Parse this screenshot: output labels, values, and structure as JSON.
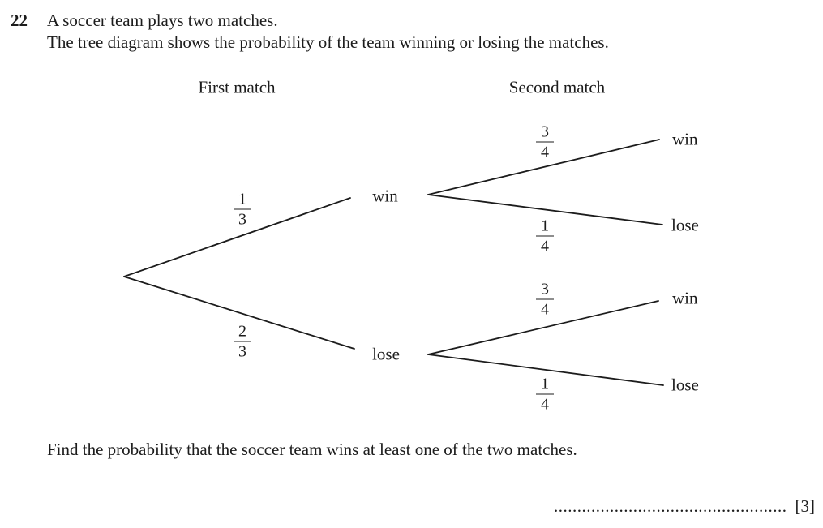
{
  "page": {
    "question_number": "22",
    "intro_line1": "A soccer team plays two matches.",
    "intro_line2": "The tree diagram shows the probability of the team winning or losing the matches.",
    "prompt": "Find the probability that the soccer team wins at least one of the two matches.",
    "answer_dots": "..................................................",
    "marks": "[3]"
  },
  "tree": {
    "col1_header": "First match",
    "col2_header": "Second match",
    "level1": {
      "win_label": "win",
      "win_num": "1",
      "win_den": "3",
      "lose_label": "lose",
      "lose_num": "2",
      "lose_den": "3"
    },
    "level2": {
      "ww_label": "win",
      "ww_num": "3",
      "ww_den": "4",
      "wl_label": "lose",
      "wl_num": "1",
      "wl_den": "4",
      "lw_label": "win",
      "lw_num": "3",
      "lw_den": "4",
      "ll_label": "lose",
      "ll_num": "1",
      "ll_den": "4"
    }
  }
}
